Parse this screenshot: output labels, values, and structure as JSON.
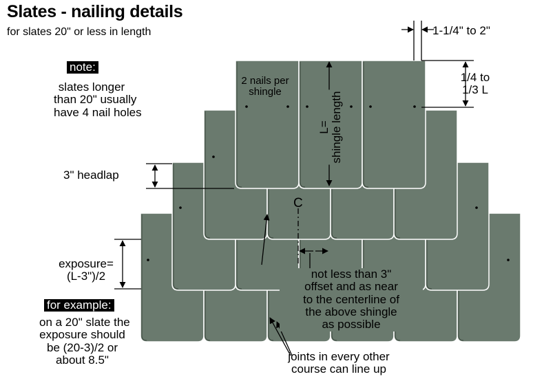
{
  "title": "Slates - nailing details",
  "subtitle": "for slates 20\" or less in length",
  "note": {
    "badge": "note:",
    "line1": "slates longer",
    "line2": "than 20\" usually",
    "line3": "have 4 nail holes"
  },
  "labels": {
    "overlap": "1-1/4\" to 2\"",
    "nail_height_line1": "1/4 to",
    "nail_height_line2": "1/3 L",
    "nails_line1": "2 nails per",
    "nails_line2": "shingle",
    "length_line1": "L=",
    "length_line2": "shingle length",
    "headlap": "3\" headlap",
    "centerline": "C",
    "exposure_line1": "exposure=",
    "exposure_line2": "(L-3\")/2",
    "offset_line1": "not less than 3\"",
    "offset_line2": "offset and as near",
    "offset_line3": "to the centerline of",
    "offset_line4": "the  above shingle",
    "offset_line5": "as possible",
    "joints_line1": "joints in every other",
    "joints_line2": "course can line up"
  },
  "example": {
    "badge": "for example:",
    "line1": "on a 20\" slate  the",
    "line2": "exposure should",
    "line3": "be (20-3)/2 or",
    "line4": "about 8.5\""
  },
  "colors": {
    "slate_fill": "#6a7a6e",
    "slate_stroke": "#ffffff",
    "ink": "#000000"
  }
}
